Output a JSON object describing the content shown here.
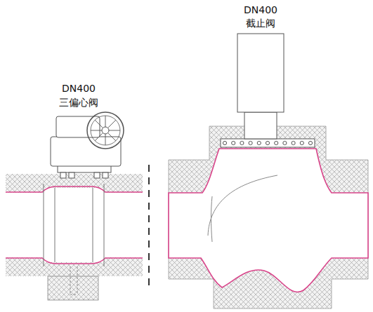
{
  "diagram": {
    "labels": [
      "DN400",
      "三偏心阀",
      "DN400",
      "截止阀"
    ]
  }
}
